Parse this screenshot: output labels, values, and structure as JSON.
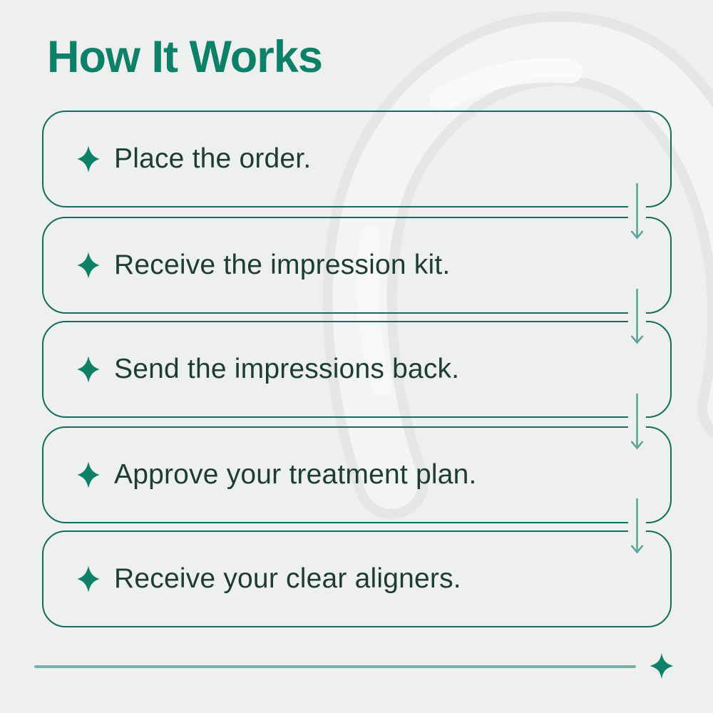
{
  "header": {
    "title": "How It Works",
    "title_color": "#0d8068"
  },
  "steps": [
    {
      "label": "Place the order.",
      "icon": "four-point-star-icon"
    },
    {
      "label": "Receive the impression kit.",
      "icon": "four-point-star-icon"
    },
    {
      "label": "Send the impressions back.",
      "icon": "four-point-star-icon"
    },
    {
      "label": "Approve your treatment plan.",
      "icon": "four-point-star-icon"
    },
    {
      "label": "Receive your clear aligners.",
      "icon": "four-point-star-icon"
    }
  ],
  "flow": {
    "arrow_count": 4,
    "arrow_color": "#5aa294",
    "box_border_color": "#146c5d",
    "step_text_color": "#1d3c34",
    "star_color": "#0e8068"
  },
  "footer": {
    "divider_color": "#7ab1a6",
    "star_icon": "four-point-star-icon",
    "star_color": "#0d8068"
  },
  "background": {
    "color": "#eef0ef",
    "decoration": "clear-aligner-photo"
  }
}
